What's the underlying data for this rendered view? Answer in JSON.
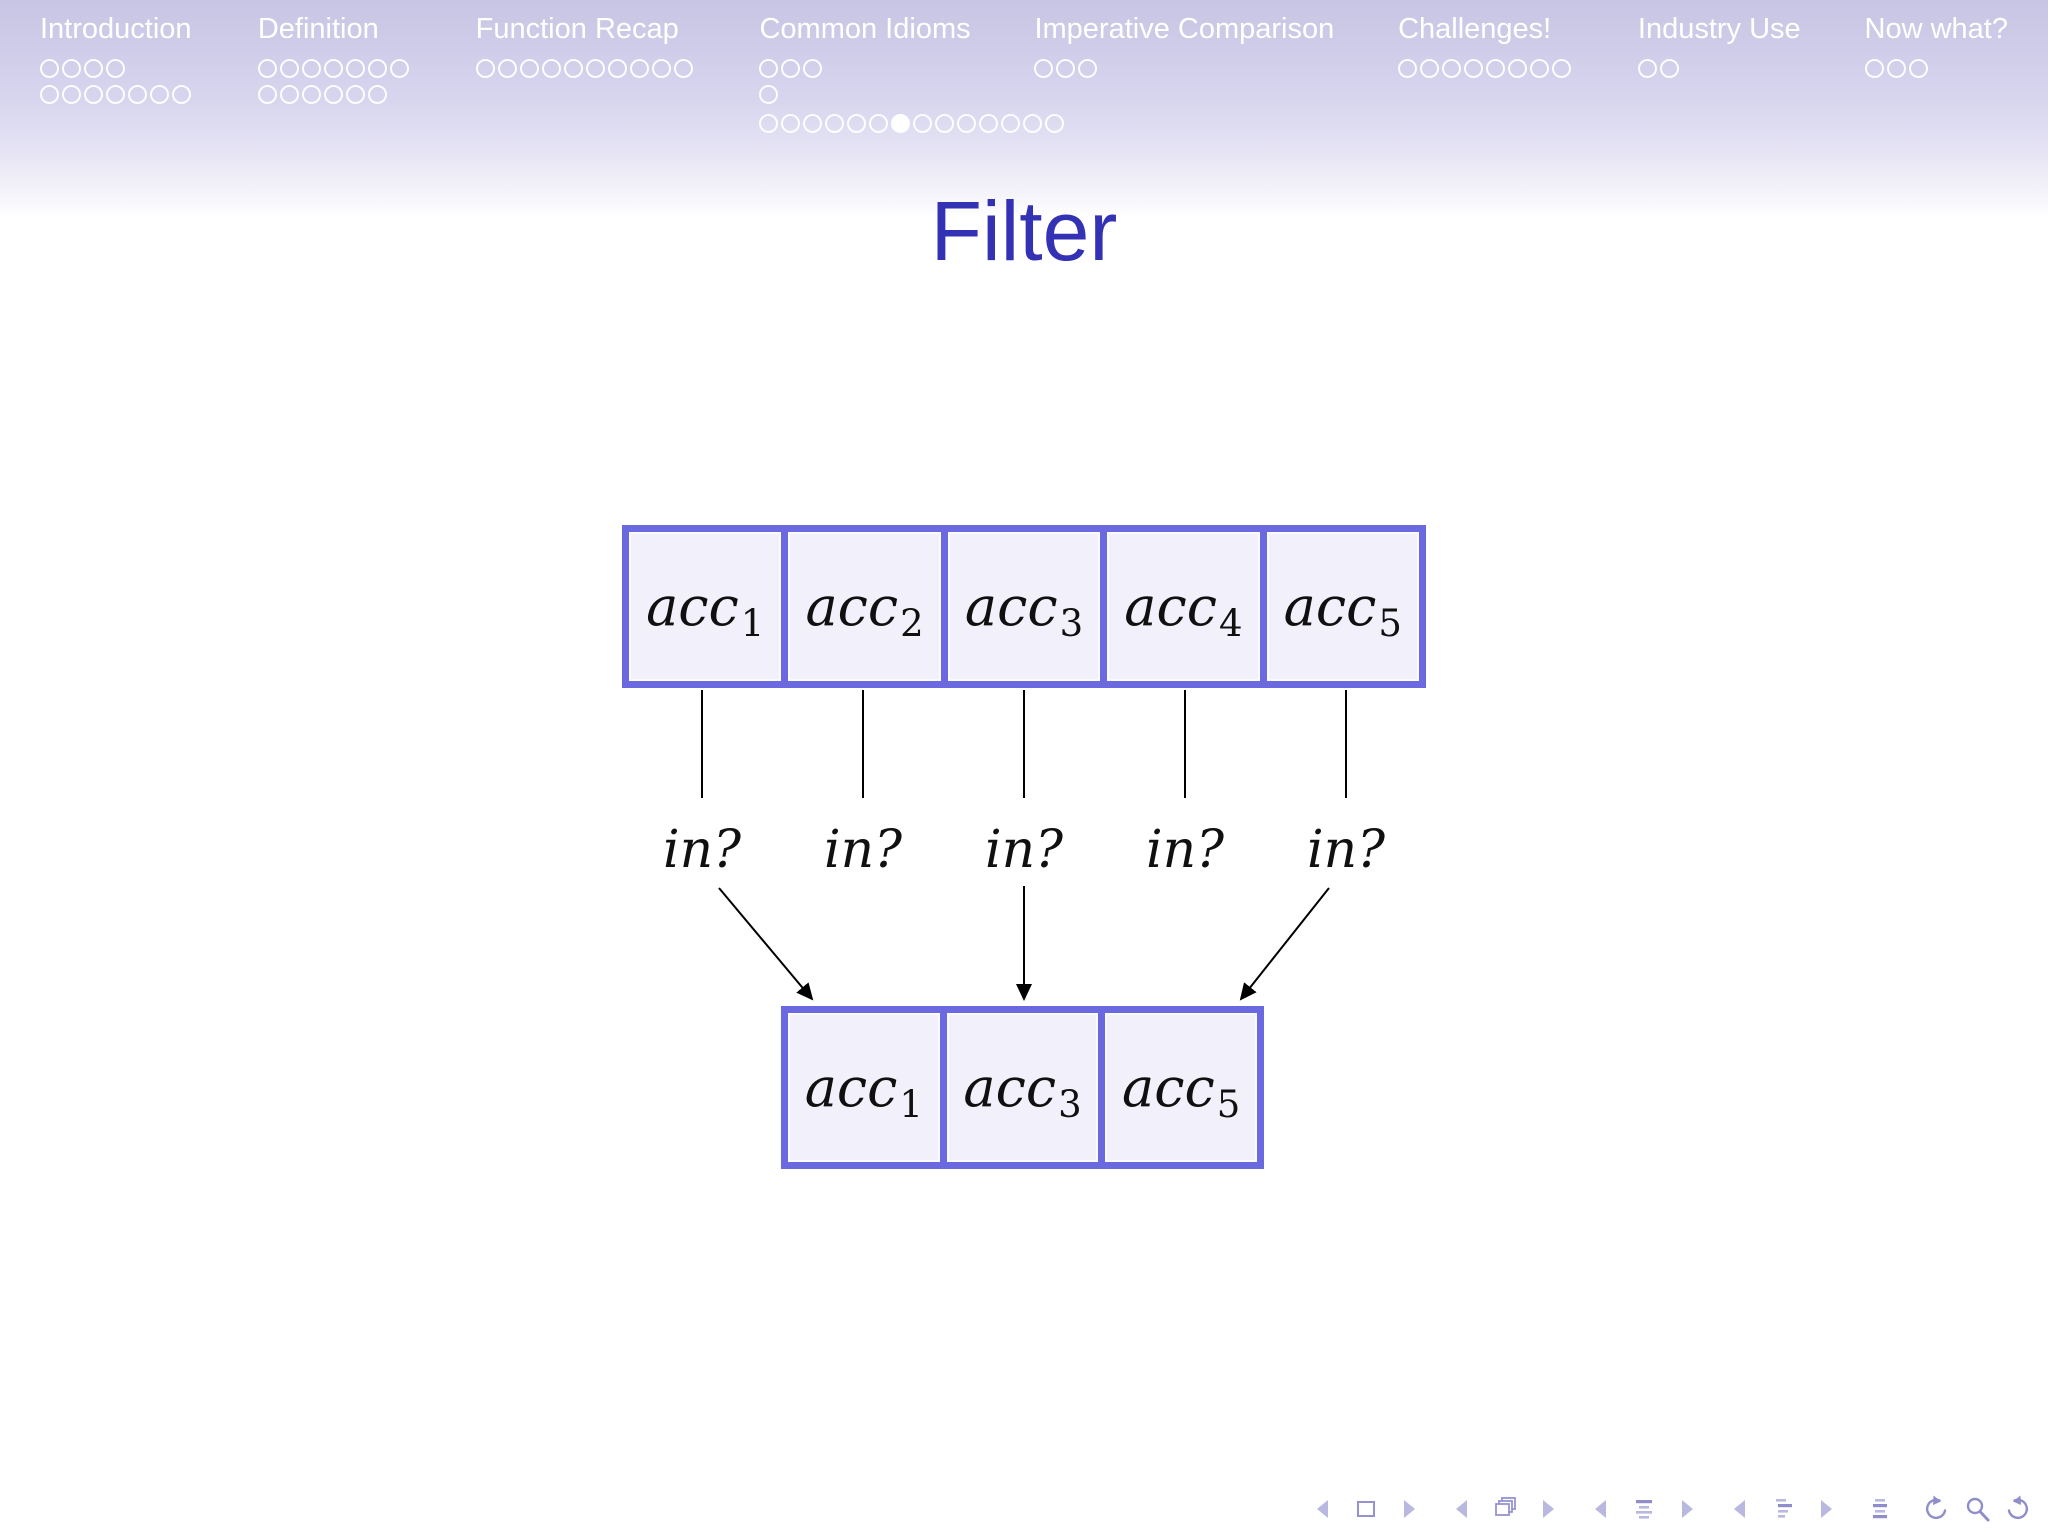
{
  "slide": {
    "title": "Filter"
  },
  "nav": {
    "sections": [
      {
        "label": "Introduction",
        "dot_rows": [
          {
            "count": 4
          },
          {
            "count": 7
          }
        ]
      },
      {
        "label": "Definition",
        "dot_rows": [
          {
            "count": 7
          },
          {
            "count": 6
          }
        ]
      },
      {
        "label": "Function Recap",
        "dot_rows": [
          {
            "count": 10
          }
        ]
      },
      {
        "label": "Common Idioms",
        "dot_rows": [
          {
            "count": 3
          },
          {
            "count": 1
          },
          {
            "count": 14,
            "filled_index": 6,
            "overflow": true
          }
        ]
      },
      {
        "label": "Imperative Comparison",
        "dot_rows": [
          {
            "count": 3
          }
        ]
      },
      {
        "label": "Challenges!",
        "dot_rows": [
          {
            "count": 8
          }
        ]
      },
      {
        "label": "Industry Use",
        "dot_rows": [
          {
            "count": 2
          }
        ]
      },
      {
        "label": "Now what?",
        "dot_rows": [
          {
            "count": 3
          }
        ]
      }
    ]
  },
  "diagram": {
    "top_array": {
      "cells": [
        {
          "text": "acc",
          "sub": "1"
        },
        {
          "text": "acc",
          "sub": "2"
        },
        {
          "text": "acc",
          "sub": "3"
        },
        {
          "text": "acc",
          "sub": "4"
        },
        {
          "text": "acc",
          "sub": "5"
        }
      ]
    },
    "predicate_labels": [
      "in?",
      "in?",
      "in?",
      "in?",
      "in?"
    ],
    "bottom_array": {
      "cells": [
        {
          "text": "acc",
          "sub": "1"
        },
        {
          "text": "acc",
          "sub": "3"
        },
        {
          "text": "acc",
          "sub": "5"
        }
      ]
    }
  },
  "nav_controls": {
    "icons": [
      "prev-slide-icon",
      "slide-icon",
      "next-slide-icon",
      "prev-frame-icon",
      "frames-icon",
      "next-frame-icon",
      "prev-section-icon",
      "section-list-icon",
      "next-section-icon",
      "prev-subsection-icon",
      "subsection-list-icon",
      "next-subsection-icon",
      "document-end-icon",
      "undo-icon",
      "search-icon",
      "redo-icon"
    ]
  },
  "colors": {
    "accent_border": "#6b69e0",
    "cell_fill": "#f2f0fb",
    "title_color": "#3432b4",
    "header_gradient_top": "#c8c5e4",
    "nav_text": "#ffffff",
    "icon_primary": "#9593cf",
    "icon_light": "#b9b8e0",
    "icon_dark": "#8f8ecb",
    "connector": "#000000"
  }
}
